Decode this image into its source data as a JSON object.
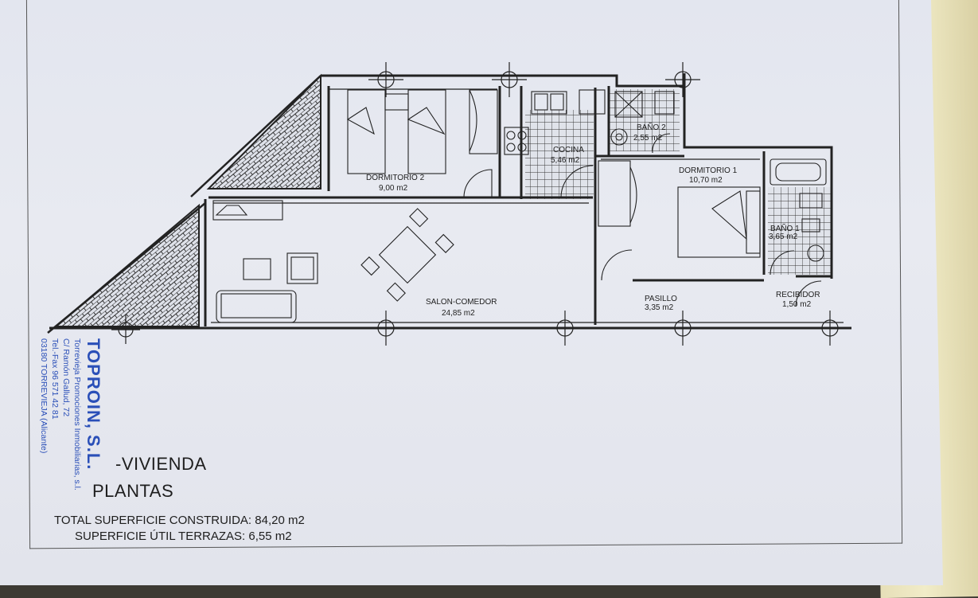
{
  "rooms": {
    "dormitorio2": {
      "name": "DORMITORIO 2",
      "area": "9,00 m2"
    },
    "cocina": {
      "name": "COCINA",
      "area": "5,46 m2"
    },
    "bano2": {
      "name": "BAÑO 2",
      "area": "2,55 m2"
    },
    "dormitorio1": {
      "name": "DORMITORIO 1",
      "area": "10,70 m2"
    },
    "bano1": {
      "name": "BAÑO 1",
      "area": "3,65 m2"
    },
    "salon": {
      "name": "SALON-COMEDOR",
      "area": "24,85 m2"
    },
    "pasillo": {
      "name": "PASILLO",
      "area": "3,35 m2"
    },
    "recibidor": {
      "name": "RECIBIDOR",
      "area": "1,50 m2"
    }
  },
  "captions": {
    "vivienda": "-VIVIENDA",
    "plantas": "PLANTAS",
    "total": "TOTAL SUPERFICIE CONSTRUIDA: 84,20 m2",
    "terrazas": "SUPERFICIE ÚTIL TERRAZAS: 6,55 m2"
  },
  "stamp": {
    "company": "TOPROIN, S.L.",
    "line1": "Torrevieja Promociones Inmobiliarias, s.l.",
    "line2": "C/ Ramón Gallud, 72",
    "line3": "Tel.-Fax 96 571 42 81",
    "line4": "03180 TORREVIEJA (Alicante)"
  },
  "colors": {
    "ink": "#2b2b2b",
    "stamp": "#2a4fb8",
    "paper": "#e5e7ee"
  }
}
